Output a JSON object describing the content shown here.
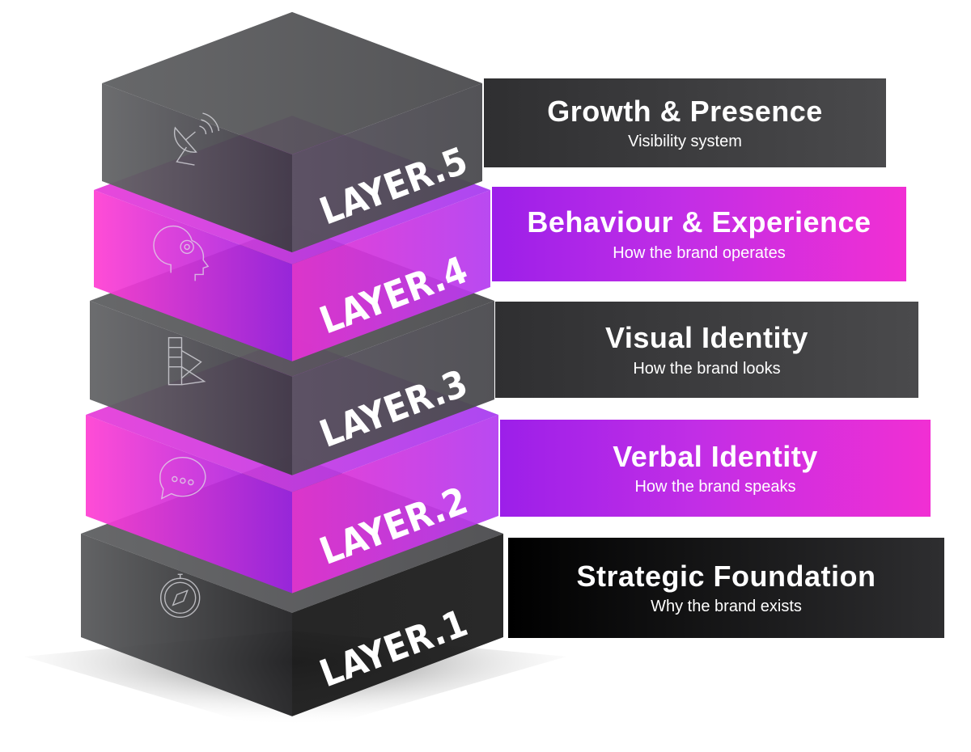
{
  "layers": [
    {
      "label": "LAYER.1",
      "title": "Strategic Foundation",
      "subtitle": "Why the brand exists",
      "icon": "compass-icon",
      "theme": "black"
    },
    {
      "label": "LAYER.2",
      "title": "Verbal Identity",
      "subtitle": "How the brand speaks",
      "icon": "speech-bubble-icon",
      "theme": "pink"
    },
    {
      "label": "LAYER.3",
      "title": "Visual Identity",
      "subtitle": "How the brand looks",
      "icon": "color-swatch-icon",
      "theme": "dark"
    },
    {
      "label": "LAYER.4",
      "title": "Behaviour & Experience",
      "subtitle": "How the brand operates",
      "icon": "head-gear-icon",
      "theme": "pink"
    },
    {
      "label": "LAYER.5",
      "title": "Growth & Presence",
      "subtitle": "Visibility system",
      "icon": "satellite-dish-icon",
      "theme": "dark"
    }
  ],
  "colors": {
    "magenta": "#f22ed5",
    "purple": "#9c1fe9",
    "dark": "#3a3a3c",
    "black": "#000000"
  }
}
